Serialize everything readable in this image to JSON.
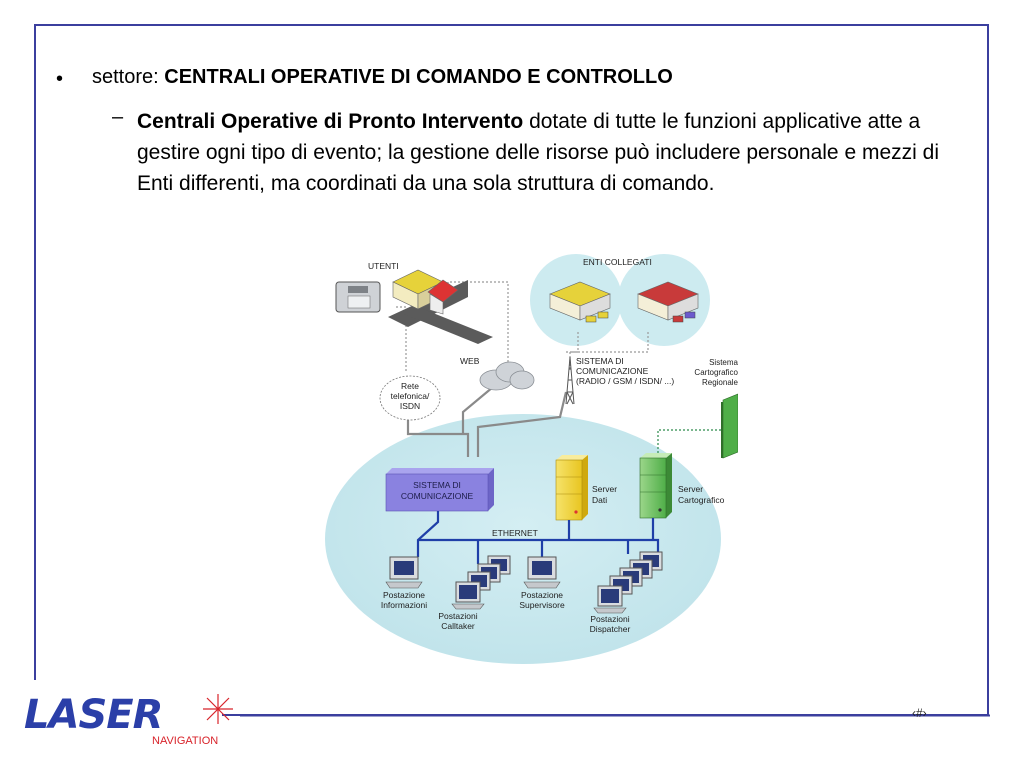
{
  "slide": {
    "bullet_symbol": "•",
    "bullet_prefix": "settore:",
    "bullet_bold": "CENTRALI OPERATIVE DI COMANDO E CONTROLLO",
    "sub_dash": "–",
    "sub_bold": "Centrali Operative di Pronto Intervento",
    "sub_rest": " dotate di tutte le funzioni applicative atte a gestire ogni tipo di evento; la gestione delle risorse può includere personale e mezzi di Enti differenti, ma coordinati da una sola struttura di comando.",
    "page_number": "‹#›"
  },
  "diagram": {
    "utenti": "UTENTI",
    "enti_collegati": "ENTI COLLEGATI",
    "web": "WEB",
    "rete_1": "Rete",
    "rete_2": "telefonica/",
    "rete_3": "ISDN",
    "sistema_com_top_1": "SISTEMA DI",
    "sistema_com_top_2": "COMUNICAZIONE",
    "sistema_com_top_3": "(RADIO / GSM / ISDN/ ...)",
    "cartografico_1": "Sistema",
    "cartografico_2": "Cartografico",
    "cartografico_3": "Regionale",
    "sistema_box_1": "SISTEMA DI",
    "sistema_box_2": "COMUNICAZIONE",
    "server_dati_1": "Server",
    "server_dati_2": "Dati",
    "server_carto_1": "Server",
    "server_carto_2": "Cartografico",
    "ethernet": "ETHERNET",
    "post_info_1": "Postazione",
    "post_info_2": "Informazioni",
    "post_call_1": "Postazioni",
    "post_call_2": "Calltaker",
    "post_sup_1": "Postazione",
    "post_sup_2": "Supervisore",
    "post_disp_1": "Postazioni",
    "post_disp_2": "Dispatcher"
  },
  "logo": {
    "brand": "LASER",
    "sub": "NAVIGATION"
  }
}
